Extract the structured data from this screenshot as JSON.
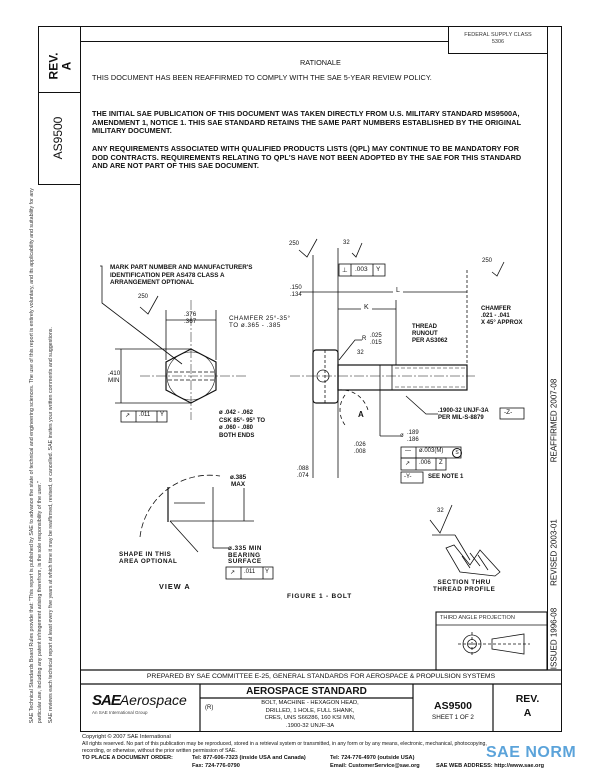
{
  "left_strip": {
    "rev_label": "REV.",
    "rev_value": "A",
    "doc_number": "AS9500",
    "disclaimer_1": "SAE Technical Standards Board Rules provide that: \"This report is published by SAE to advance the state of technical and engineering sciences. The use of this report is entirely voluntary, and its applicability and suitability for any particular use, including any patent infringement arising therefrom, is the sole responsibility of the user.\"",
    "disclaimer_2": "SAE reviews each technical report at least every five years at which time it may be reaffirmed, revised, or cancelled. SAE invites your written comments and suggestions."
  },
  "header": {
    "federal_supply_class_label": "FEDERAL SUPPLY CLASS",
    "federal_supply_class_value": "5306",
    "rationale_title": "RATIONALE",
    "rationale_text": "THIS DOCUMENT HAS BEEN REAFFIRMED TO COMPLY WITH THE SAE 5-YEAR REVIEW POLICY.",
    "paragraph_1": "THE INITIAL SAE PUBLICATION OF THIS DOCUMENT WAS TAKEN DIRECTLY FROM U.S. MILITARY STANDARD MS9500A, AMENDMENT 1, NOTICE 1. THIS SAE STANDARD RETAINS THE SAME PART NUMBERS ESTABLISHED BY THE ORIGINAL MILITARY DOCUMENT.",
    "paragraph_2": "ANY REQUIREMENTS ASSOCIATED WITH QUALIFIED PRODUCTS LISTS (QPL) MAY CONTINUE TO BE MANDATORY FOR DOD CONTRACTS. REQUIREMENTS RELATING TO QPL'S HAVE NOT BEEN ADOPTED BY THE SAE FOR THIS STANDARD AND ARE NOT PART OF THIS SAE DOCUMENT."
  },
  "drawing": {
    "mark_note": [
      "MARK PART NUMBER AND MANUFACTURER'S",
      "IDENTIFICATION PER AS478 CLASS A",
      "ARRANGEMENT OPTIONAL"
    ],
    "finish_250": "250",
    "finish_32": "32",
    "across_flats": [
      ".376",
      ".367"
    ],
    "across_corners": [
      ".410",
      "MIN"
    ],
    "runout_frame": [
      "↗",
      ".011",
      "Y"
    ],
    "chamfer_head": [
      "CHAMFER 25°-35°",
      "TO ø.365 - .385"
    ],
    "hole_note": [
      "ø .042 - .062",
      "CSK 85°- 95° TO",
      "ø .060 - .080",
      "BOTH ENDS"
    ],
    "head_height": [
      ".150",
      ".134"
    ],
    "perp_frame": [
      "⊥",
      ".003",
      "Y"
    ],
    "dim_L": "L",
    "dim_K": "K",
    "thread_runout": [
      "THREAD",
      "RUNOUT",
      "PER AS3062"
    ],
    "chamfer_end": [
      "CHAMFER",
      ".021 - .041",
      "X 45° APPROX"
    ],
    "fillet_radius": [
      "R",
      ".025",
      ".015"
    ],
    "thread_spec": [
      ".1900-32 UNJF-3A",
      "PER MIL-S-8879"
    ],
    "datum_z": "-Z-",
    "shank_dia": [
      "ø",
      ".189",
      ".186"
    ],
    "straight_frame": [
      "—",
      "ø.003(M)",
      "S"
    ],
    "runout_frame_2": [
      "↗",
      ".006",
      "Z"
    ],
    "datum_y": "-Y-",
    "see_note": "SEE NOTE 1",
    "underhead": [
      ".026",
      ".008"
    ],
    "hole_loc": [
      ".088",
      ".074"
    ],
    "view_marker": "A",
    "view_a": {
      "max_dia": [
        "ø.385",
        "MAX"
      ],
      "bearing": [
        "ø.335 MIN",
        "BEARING",
        "SURFACE"
      ],
      "frame": [
        "↗",
        ".011",
        "Y"
      ],
      "shape_note": [
        "SHAPE IN THIS",
        "AREA OPTIONAL"
      ],
      "title": "VIEW A"
    },
    "figure_caption": "FIGURE 1 - BOLT",
    "section_finish": "32",
    "section_title": [
      "SECTION THRU",
      "THREAD PROFILE"
    ],
    "projection_title": "THIRD ANGLE PROJECTION"
  },
  "right_strip": {
    "reaffirmed": "REAFFIRMED 2007-08",
    "revised": "REVISED 2003-01",
    "issued": "ISSUED 1996-08"
  },
  "title_block": {
    "prepared_by": "PREPARED BY SAE COMMITTEE E-25, GENERAL STANDARDS FOR AEROSPACE & PROPULSION SYSTEMS",
    "logo_sae": "SAE",
    "logo_aerospace": "Aerospace",
    "logo_tagline": "An SAE International Group",
    "standard_type": "AEROSPACE STANDARD",
    "r_mark": "(R)",
    "description": [
      "BOLT, MACHINE - HEXAGON HEAD,",
      "DRILLED, 1 HOLE, FULL SHANK,",
      "CRES, UNS S66286, 160 KSI MIN,",
      ".1900-32 UNJF-3A"
    ],
    "doc_number": "AS9500",
    "sheet": "SHEET 1 OF 2",
    "rev_label": "REV.",
    "rev_value": "A"
  },
  "footer": {
    "copyright": "Copyright © 2007 SAE International",
    "rights": "All rights reserved. No part of this publication may be reproduced, stored in a retrieval system or transmitted, in any form or by any means, electronic, mechanical, photocopying,",
    "rights_2": "recording, or otherwise, without the prior written permission of SAE.",
    "order_label": "TO PLACE A DOCUMENT ORDER:",
    "tel_inside": "Tel: 877-606-7323 (inside USA and Canada)",
    "fax": "Fax: 724-776-0790",
    "tel_outside": "Tel: 724-776-4970 (outside USA)",
    "email": "Email: CustomerService@sae.org",
    "web": "SAE WEB ADDRESS: http://www.sae.org",
    "watermark": "SAE NORM"
  },
  "colors": {
    "ink": "#111111",
    "watermark": "#4a9ad6"
  }
}
